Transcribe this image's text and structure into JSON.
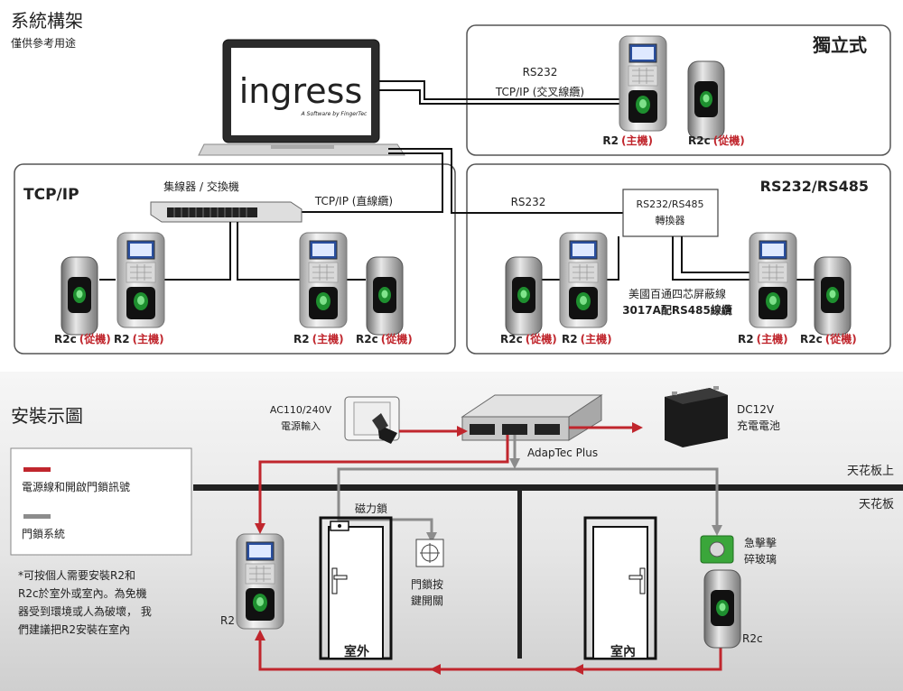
{
  "top": {
    "title": "系統構架",
    "subtitle": "僅供參考用途",
    "laptop_brand": "ingress",
    "laptop_tagline": "A Software by FingerTec",
    "standalone": {
      "title": "獨立式",
      "rs232": "RS232",
      "tcpip_cross": "TCP/IP (交叉線纜)",
      "r2": "R2",
      "r2_role": "(主機)",
      "r2c": "R2c",
      "r2c_role": "(從機)"
    },
    "tcpip": {
      "title": "TCP/IP",
      "hub": "集線器 / 交換機",
      "tcpip_straight": "TCP/IP (直線纜)",
      "r2c": "R2c",
      "r2c_role": "(從機)",
      "r2": "R2",
      "r2_role": "(主機)"
    },
    "rs485": {
      "title": "RS232/RS485",
      "rs232": "RS232",
      "converter_line1": "RS232/RS485",
      "converter_line2": "轉換器",
      "cable_line1": "美國百通四芯屏蔽線",
      "cable_line2": "3017A配RS485線纜",
      "r2": "R2",
      "r2_role": "(主機)",
      "r2c": "R2c",
      "r2c_role": "(從機)"
    }
  },
  "bottom": {
    "title": "安裝示圖",
    "legend_red": "電源線和開啟門鎖訊號",
    "legend_gray": "門鎖系統",
    "note": [
      "*可按個人需要安裝R2和",
      "R2c於室外或室內。為免機",
      "器受到環境或人為破壞， 我",
      "們建議把R2安裝在室內"
    ],
    "ac_line1": "AC110/240V",
    "ac_line2": "電源輸入",
    "adaptec": "AdapTec Plus",
    "dc_line1": "DC12V",
    "dc_line2": "充電電池",
    "ceiling_top": "天花板上",
    "ceiling": "天花板",
    "maglock": "磁力鎖",
    "exit_line1": "門鎖按",
    "exit_line2": "鍵開關",
    "emergency_line1": "急擊擊",
    "emergency_line2": "碎玻璃",
    "outdoor": "室外",
    "indoor": "室內",
    "r2": "R2",
    "r2c": "R2c"
  },
  "colors": {
    "red": "#c0262d",
    "gray": "#8c8c8c",
    "dark": "#222222",
    "band": "#dcdcdc"
  }
}
